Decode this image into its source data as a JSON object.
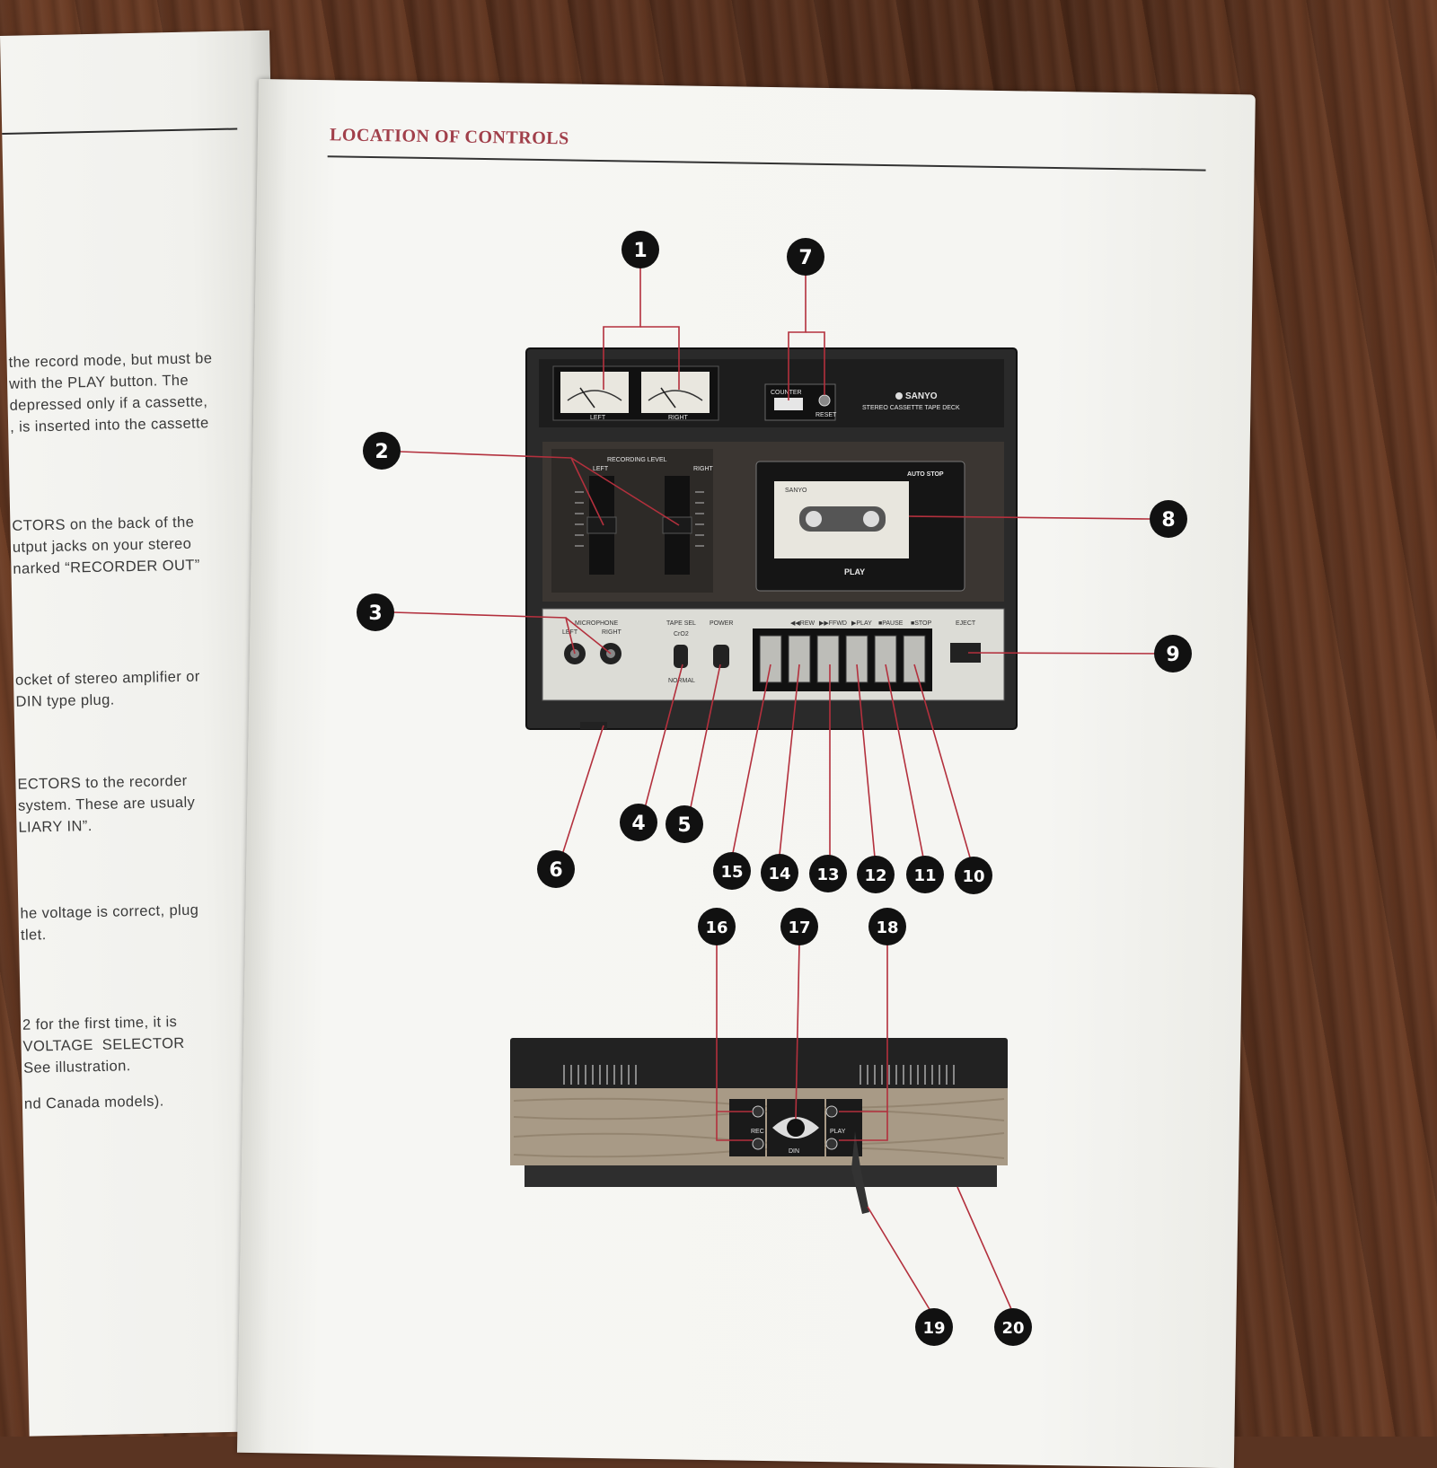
{
  "left_page": {
    "lines": [
      "the record mode, but must be",
      "with the PLAY button. The",
      "depressed only if a cassette,",
      ", is inserted into the cassette",
      "CTORS on the back of the",
      "utput jacks on your stereo",
      "narked “RECORDER OUT”",
      "ocket of stereo amplifier or",
      "DIN type plug.",
      "ECTORS to the recorder",
      "system. These are usualy",
      "LIARY IN”.",
      "he voltage is correct, plug",
      "tlet.",
      "2 for the first time, it is",
      "VOLTAGE  SELECTOR",
      "See illustration.",
      "nd Canada models)."
    ]
  },
  "right_page": {
    "title": "LOCATION OF CONTROLS",
    "deck": {
      "meter_left": "LEFT",
      "meter_right": "RIGHT",
      "counter": "COUNTER",
      "reset": "RESET",
      "brand": "SANYO",
      "model": "STEREO CASSETTE TAPE DECK",
      "recording_level": "RECORDING LEVEL",
      "rl_left": "LEFT",
      "rl_right": "RIGHT",
      "auto_stop": "AUTO STOP",
      "cassette_brand": "SANYO",
      "cassette_play": "PLAY",
      "microphone": "MICROPHONE",
      "mic_left": "LEFT",
      "mic_right": "RIGHT",
      "tape_sel": "TAPE SEL",
      "crox": "CrO2",
      "normal": "NORMAL",
      "power": "POWER",
      "keys": [
        "◀◀REW",
        "▶▶FFWD",
        "▶PLAY",
        "■PAUSE",
        "■STOP"
      ],
      "eject": "EJECT"
    },
    "back": {
      "rec": "REC",
      "din": "DIN",
      "play": "PLAY"
    },
    "callouts": [
      "1",
      "2",
      "3",
      "4",
      "5",
      "6",
      "7",
      "8",
      "9",
      "10",
      "11",
      "12",
      "13",
      "14",
      "15",
      "16",
      "17",
      "18",
      "19",
      "20"
    ]
  }
}
